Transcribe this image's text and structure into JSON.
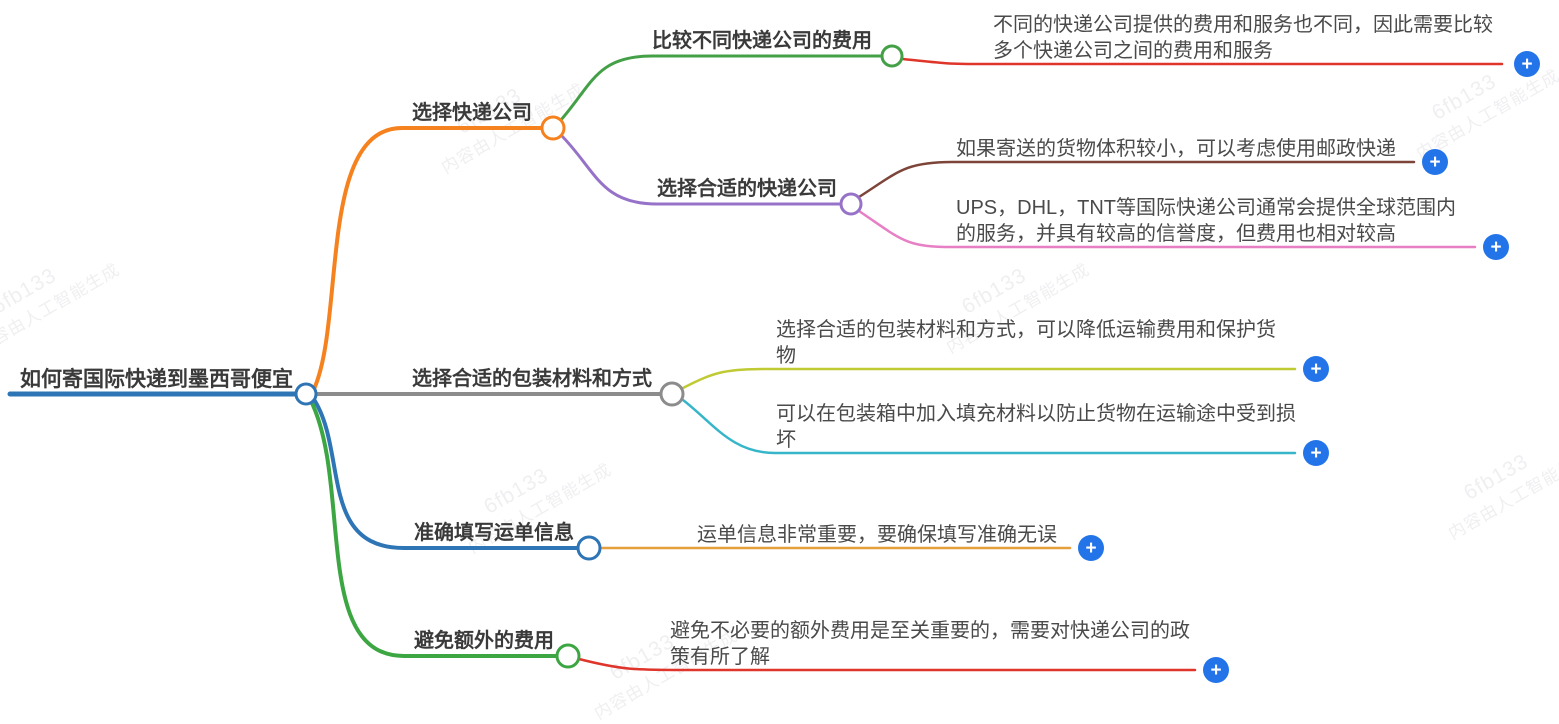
{
  "plus_button": {
    "symbol": "+",
    "color": "#2374e8"
  },
  "watermark": {
    "line1": "6fb133",
    "line2": "内容由人工智能生成"
  },
  "mindmap": {
    "root": {
      "label": "如何寄国际快递到墨西哥便宜",
      "color": "#2e75b6"
    },
    "branches": [
      {
        "label": "选择快递公司",
        "color": "#f5821e",
        "children": [
          {
            "label": "比较不同快递公司的费用",
            "color": "#43a047",
            "leaves": [
              {
                "text": "不同的快递公司提供的费用和服务也不同，因此需要比较多个快递公司之间的费用和服务",
                "color": "#df352b"
              }
            ]
          },
          {
            "label": "选择合适的快递公司",
            "color": "#9673c8",
            "leaves": [
              {
                "text": "如果寄送的货物体积较小，可以考虑使用邮政快递",
                "color": "#7d4539"
              },
              {
                "text": "UPS，DHL，TNT等国际快递公司通常会提供全球范围内的服务，并具有较高的信誉度，但费用也相对较高",
                "color": "#e77fc4"
              }
            ]
          }
        ]
      },
      {
        "label": "选择合适的包装材料和方式",
        "color": "#8c8c8c",
        "leaves": [
          {
            "text": "选择合适的包装材料和方式，可以降低运输费用和保护货物",
            "color": "#c0ca33"
          },
          {
            "text": "可以在包装箱中加入填充材料以防止货物在运输途中受到损坏",
            "color": "#38b6c9"
          }
        ]
      },
      {
        "label": "准确填写运单信息",
        "color": "#2e75b6",
        "leaves": [
          {
            "text": "运单信息非常重要，要确保填写准确无误",
            "color": "#e5a03c"
          }
        ]
      },
      {
        "label": "避免额外的费用",
        "color": "#3ca643",
        "leaves": [
          {
            "text": "避免不必要的额外费用是至关重要的，需要对快递公司的政策有所了解",
            "color": "#df352b"
          }
        ]
      }
    ]
  }
}
